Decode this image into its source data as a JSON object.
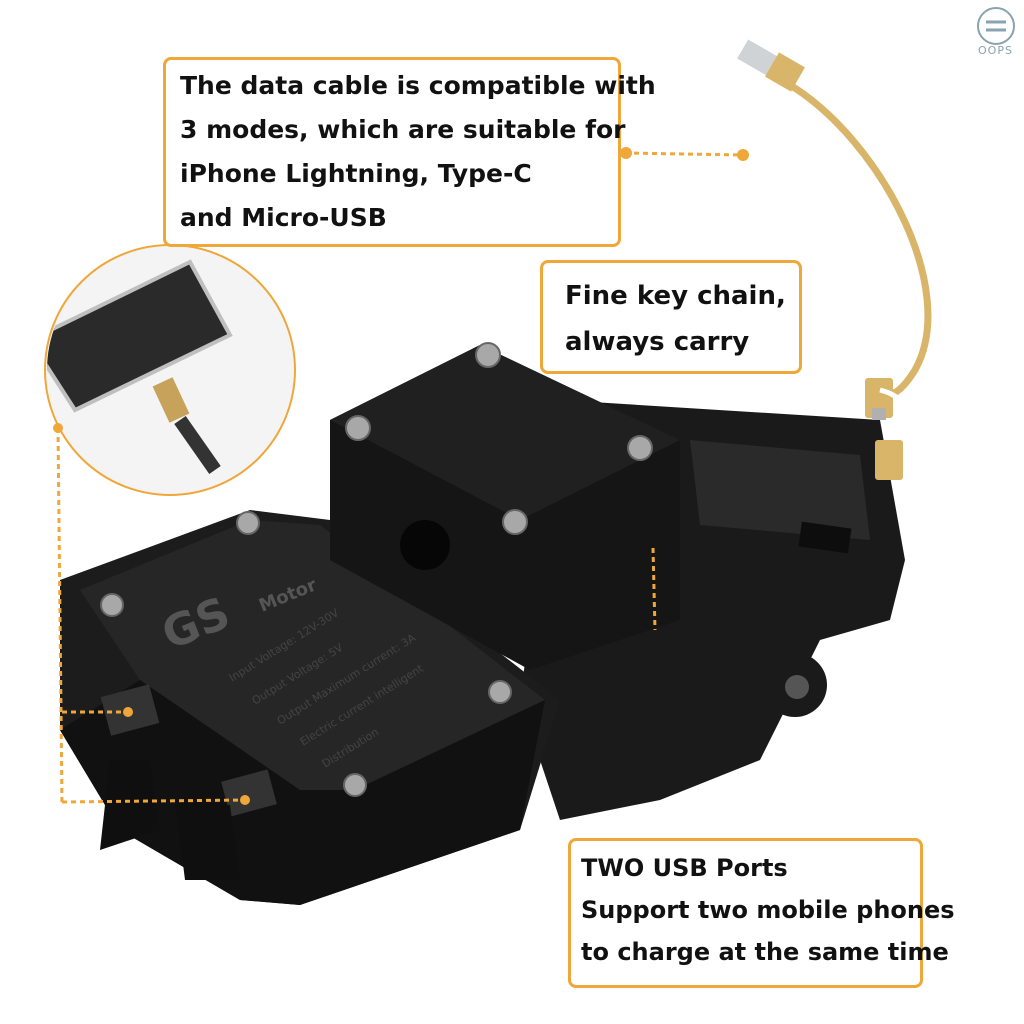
{
  "callouts": {
    "cable": [
      "The data cable is compatible with",
      "3 modes, which are suitable for",
      "iPhone Lightning, Type-C",
      "and Micro-USB"
    ],
    "keychain": [
      "Fine key chain,",
      "always carry"
    ],
    "usb": [
      "TWO USB Ports",
      "Support two mobile phones",
      "to charge at the same time"
    ]
  },
  "device": {
    "brand": "GS",
    "brand_sub": "Motor",
    "specs": [
      "Input Voltage: 12V-30V",
      "Output Voltage: 5V",
      "Output Maximum current: 3A",
      "Electric current intelligent",
      "Distribution"
    ]
  },
  "watermark": "OOPS",
  "colors": {
    "accent": "#f0a73a",
    "device": "#1b1b1b",
    "cable": "#d9b56a"
  }
}
